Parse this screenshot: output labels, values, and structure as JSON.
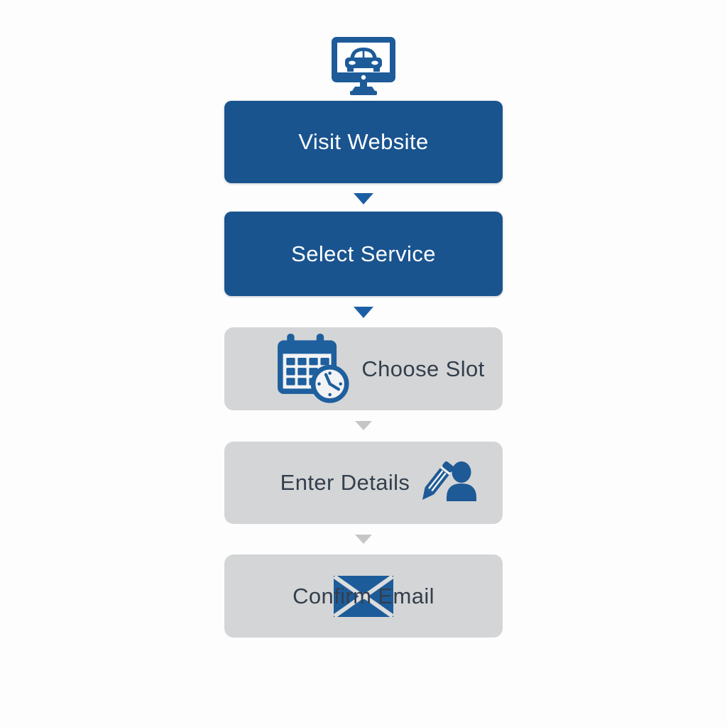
{
  "colors": {
    "background": "#fdfdfd",
    "primary_box_blue": "#1a548f",
    "icon_blue": "#1e5f9e",
    "arrow_blue": "#1d5fa5",
    "secondary_box_gray": "#d4d5d6",
    "arrow_gray": "#c5c6c7",
    "text_on_blue": "#ffffff",
    "text_on_gray": "#333f4d"
  },
  "flow": {
    "header_icon": "monitor-car-icon",
    "steps": [
      {
        "label": "Visit Website",
        "variant": "primary",
        "icon": null
      },
      {
        "label": "Select Service",
        "variant": "primary",
        "icon": null
      },
      {
        "label": "Choose Slot",
        "variant": "secondary",
        "icon": "calendar-clock-icon"
      },
      {
        "label": "Enter Details",
        "variant": "secondary",
        "icon": "pencil-user-icon"
      },
      {
        "label": "Confirm Email",
        "variant": "secondary",
        "icon": "envelope-icon"
      }
    ],
    "connector_colors": [
      "blue",
      "blue",
      "gray",
      "gray"
    ]
  }
}
